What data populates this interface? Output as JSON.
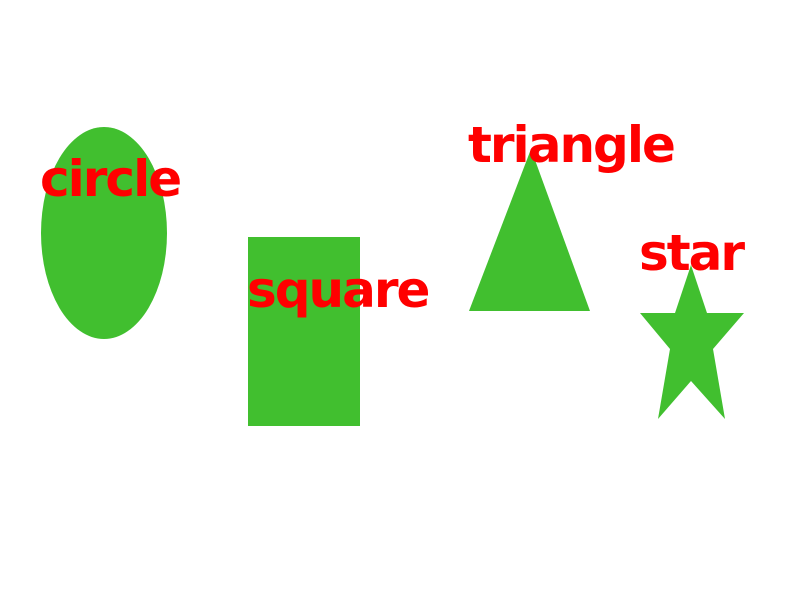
{
  "colors": {
    "background": "#ffffff",
    "shape_fill": "#41bf2f",
    "label_color": "#ff0000"
  },
  "shapes": [
    {
      "kind": "circle",
      "label": "circle"
    },
    {
      "kind": "square",
      "label": "square"
    },
    {
      "kind": "triangle",
      "label": "triangle"
    },
    {
      "kind": "star",
      "label": "star"
    }
  ]
}
